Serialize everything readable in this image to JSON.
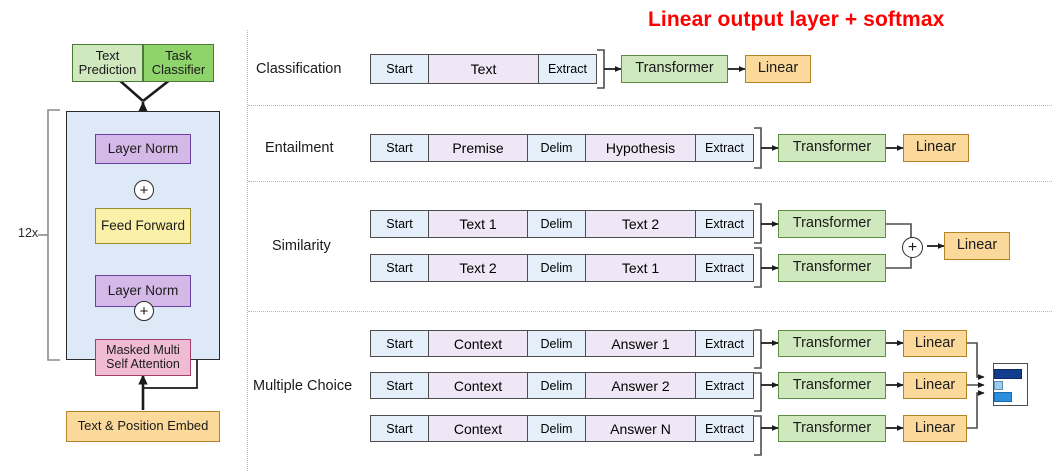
{
  "title_red": "Linear output layer + softmax",
  "left_diagram": {
    "repeat_label": "12x",
    "heads": [
      {
        "label": "Text\nPrediction",
        "color": "#cfe8bd"
      },
      {
        "label": "Task\nClassifier",
        "color": "#8fd46a"
      }
    ],
    "blocks": [
      {
        "label": "Layer Norm",
        "color": "#d4b9e8"
      },
      {
        "label": "Feed Forward",
        "color": "#fbf0a8"
      },
      {
        "label": "Layer Norm",
        "color": "#d4b9e8"
      },
      {
        "label": "Masked Multi\nSelf Attention",
        "color": "#f0bcd4"
      }
    ],
    "input": {
      "label": "Text & Position Embed",
      "color": "#fbd99b"
    },
    "residual_symbol": "+",
    "stack_color": "#dde9f7"
  },
  "tasks": [
    {
      "name": "Classification",
      "sequences": [
        {
          "tokens": [
            {
              "text": "Start",
              "kind": "marker"
            },
            {
              "text": "Text",
              "kind": "body"
            },
            {
              "text": "Extract",
              "kind": "marker"
            }
          ]
        }
      ],
      "transformer_label": "Transformer",
      "linear_label": "Linear"
    },
    {
      "name": "Entailment",
      "sequences": [
        {
          "tokens": [
            {
              "text": "Start",
              "kind": "marker"
            },
            {
              "text": "Premise",
              "kind": "body"
            },
            {
              "text": "Delim",
              "kind": "marker"
            },
            {
              "text": "Hypothesis",
              "kind": "body"
            },
            {
              "text": "Extract",
              "kind": "marker"
            }
          ]
        }
      ],
      "transformer_label": "Transformer",
      "linear_label": "Linear"
    },
    {
      "name": "Similarity",
      "sequences": [
        {
          "tokens": [
            {
              "text": "Start",
              "kind": "marker"
            },
            {
              "text": "Text 1",
              "kind": "body"
            },
            {
              "text": "Delim",
              "kind": "marker"
            },
            {
              "text": "Text 2",
              "kind": "body"
            },
            {
              "text": "Extract",
              "kind": "marker"
            }
          ]
        },
        {
          "tokens": [
            {
              "text": "Start",
              "kind": "marker"
            },
            {
              "text": "Text 2",
              "kind": "body"
            },
            {
              "text": "Delim",
              "kind": "marker"
            },
            {
              "text": "Text 1",
              "kind": "body"
            },
            {
              "text": "Extract",
              "kind": "marker"
            }
          ]
        }
      ],
      "transformer_label": "Transformer",
      "linear_label": "Linear",
      "combine_symbol": "+"
    },
    {
      "name": "Multiple Choice",
      "sequences": [
        {
          "tokens": [
            {
              "text": "Start",
              "kind": "marker"
            },
            {
              "text": "Context",
              "kind": "body"
            },
            {
              "text": "Delim",
              "kind": "marker"
            },
            {
              "text": "Answer 1",
              "kind": "body"
            },
            {
              "text": "Extract",
              "kind": "marker"
            }
          ]
        },
        {
          "tokens": [
            {
              "text": "Start",
              "kind": "marker"
            },
            {
              "text": "Context",
              "kind": "body"
            },
            {
              "text": "Delim",
              "kind": "marker"
            },
            {
              "text": "Answer 2",
              "kind": "body"
            },
            {
              "text": "Extract",
              "kind": "marker"
            }
          ]
        },
        {
          "tokens": [
            {
              "text": "Start",
              "kind": "marker"
            },
            {
              "text": "Context",
              "kind": "body"
            },
            {
              "text": "Delim",
              "kind": "marker"
            },
            {
              "text": "Answer N",
              "kind": "body"
            },
            {
              "text": "Extract",
              "kind": "marker"
            }
          ]
        }
      ],
      "transformer_label": "Transformer",
      "linear_label": "Linear",
      "histogram": {
        "bars": [
          {
            "value": 1.0,
            "color": "#123d8c"
          },
          {
            "value": 0.12,
            "color": "#9dcdea"
          },
          {
            "value": 0.45,
            "color": "#2b8fe0"
          }
        ]
      }
    }
  ],
  "colors": {
    "marker_token": "#e4eff9",
    "body_token": "#efe7f5",
    "transformer": "#cfe8bd",
    "linear": "#fbd99b",
    "title": "#ff0000",
    "divider": "#b8b8b8"
  }
}
